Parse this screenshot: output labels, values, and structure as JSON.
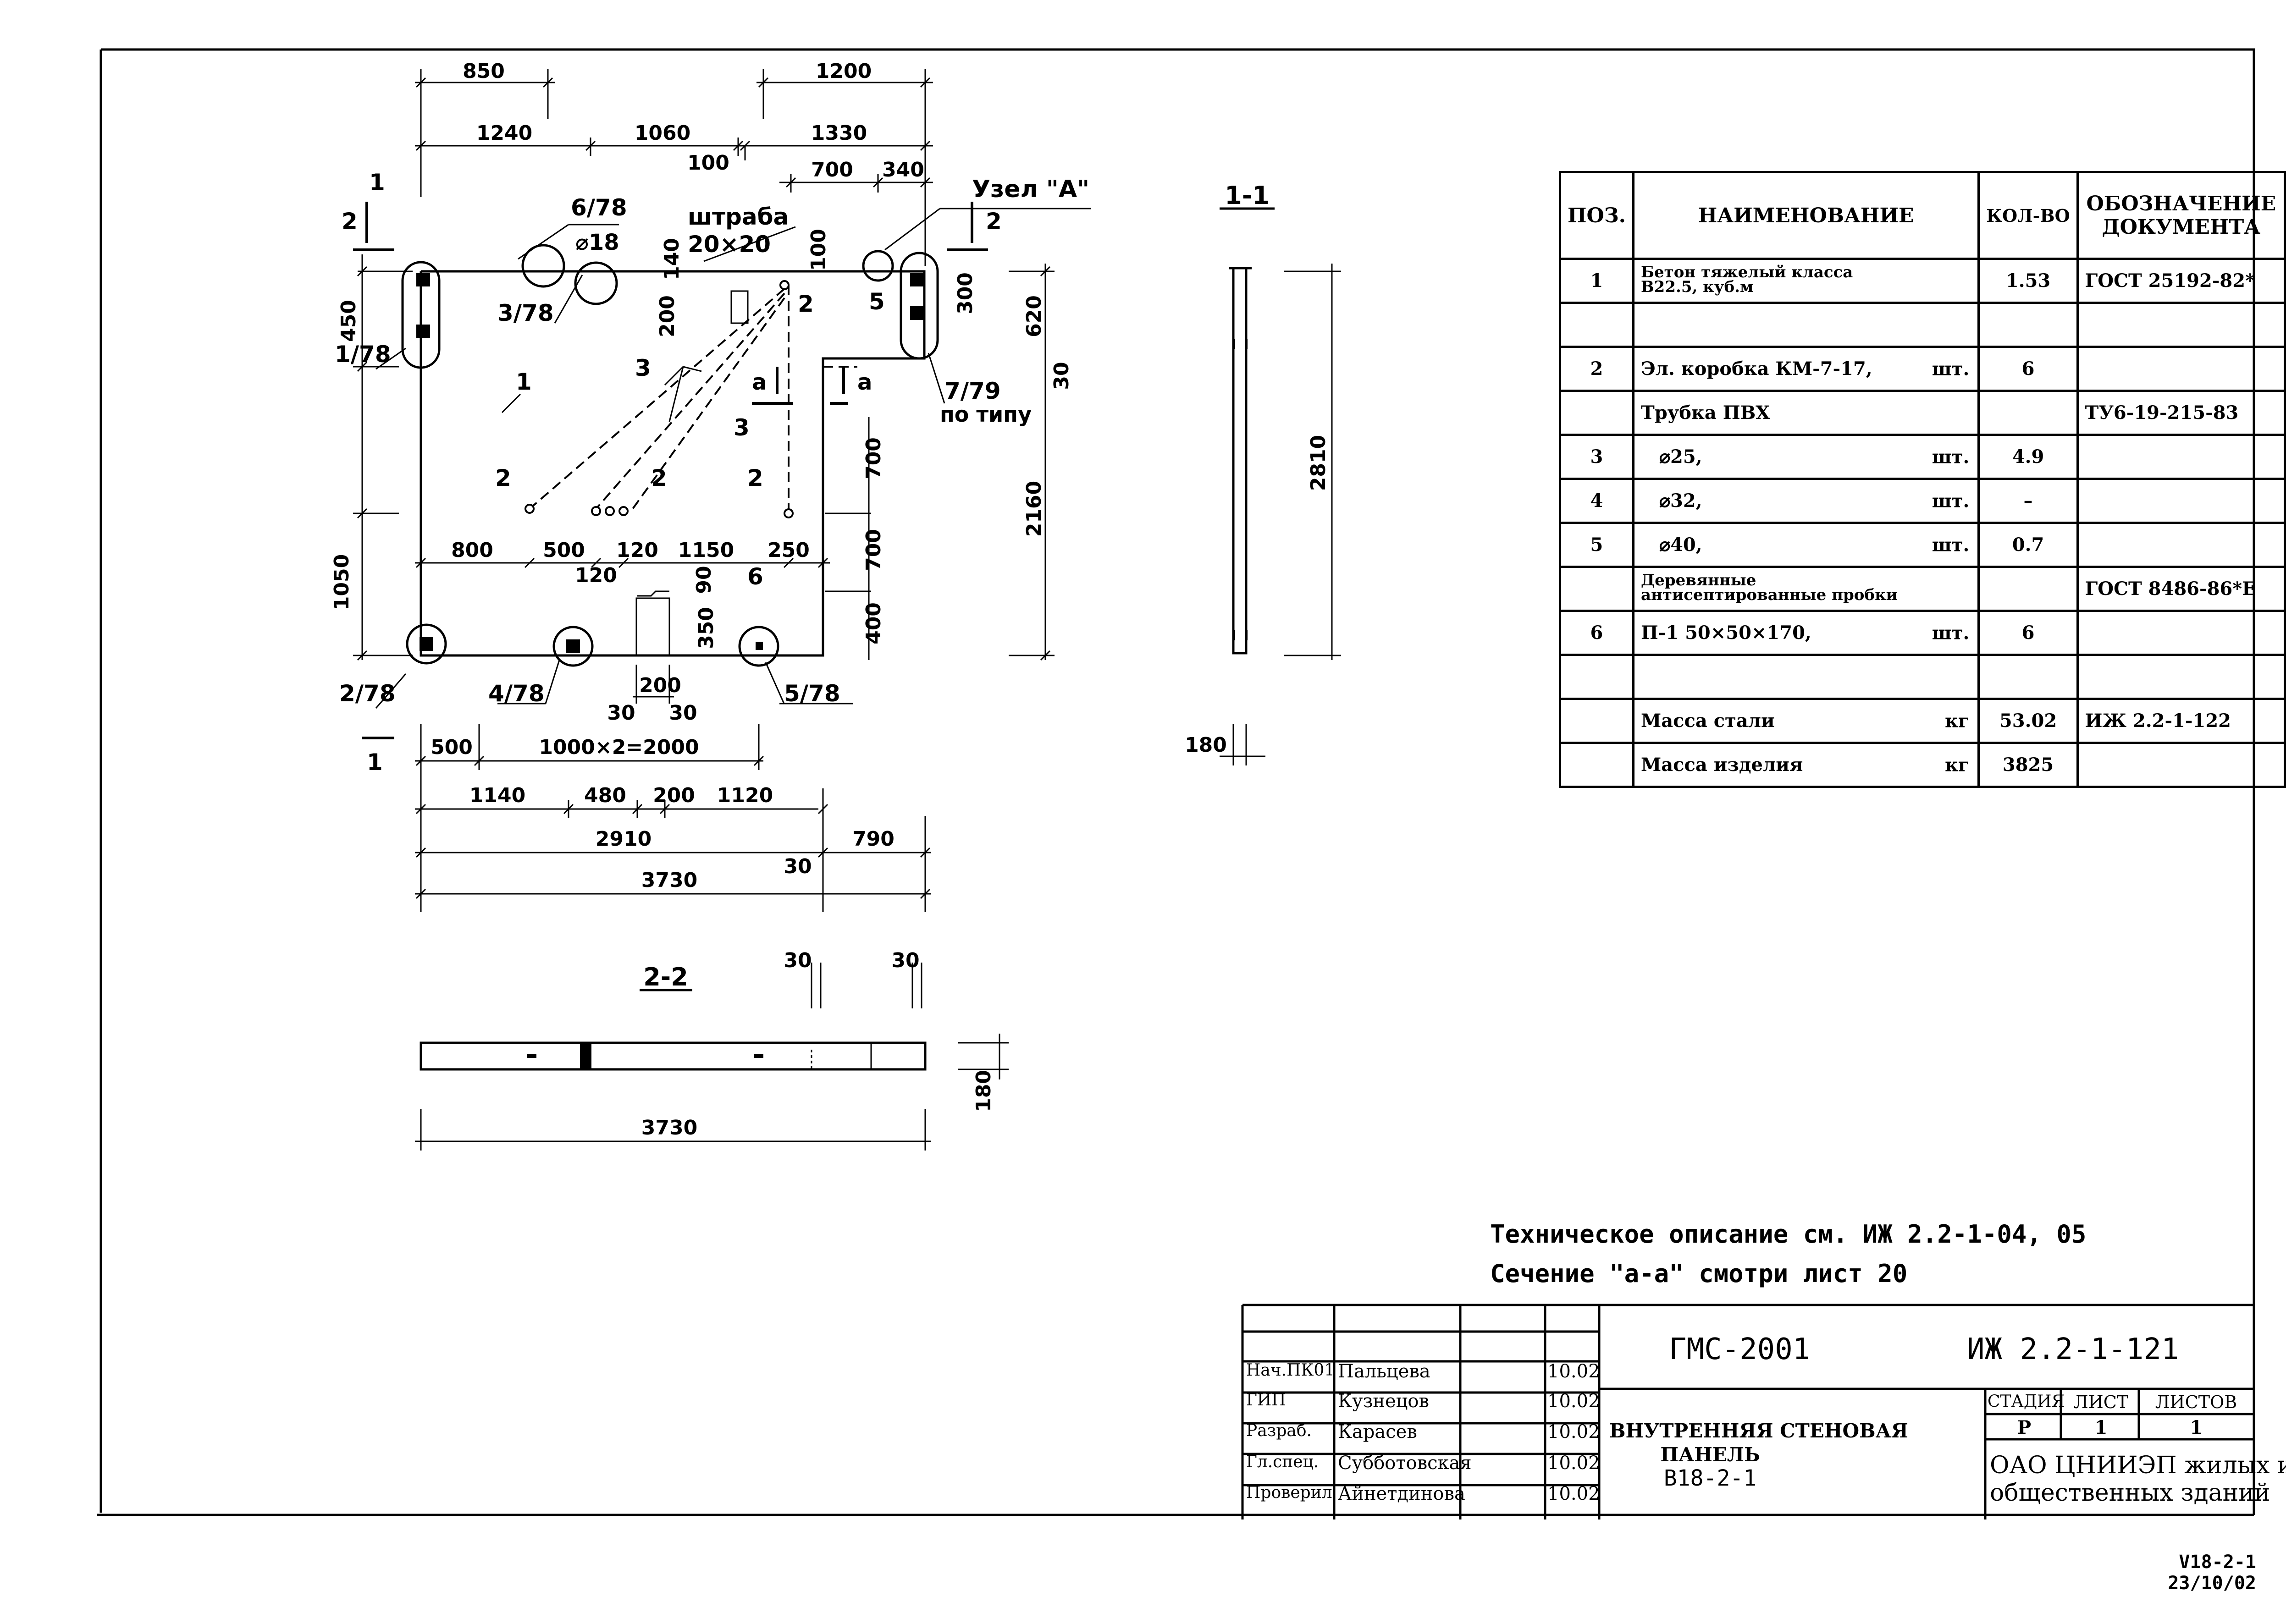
{
  "drawing": {
    "sections": {
      "s11": "1-1",
      "s22": "2-2"
    },
    "labels": {
      "uzel": "Узел \"А\"",
      "shtraba": "штраба",
      "shtraba_size": "20×20",
      "po_tipu": "по типу",
      "a": "а"
    },
    "top_dims": [
      "850",
      "1200",
      "1240",
      "1060",
      "1330",
      "100",
      "700",
      "340"
    ],
    "left_dims": [
      "450",
      "1050"
    ],
    "inner_dims": [
      "140",
      "100",
      "200",
      "300",
      "620",
      "30",
      "2160",
      "2810",
      "700",
      "700",
      "400",
      "90",
      "350"
    ],
    "mid_dims": [
      "800",
      "500",
      "120",
      "1150",
      "250",
      "120",
      "200",
      "30",
      "30"
    ],
    "bottom_dims": [
      "500",
      "1000×2=2000",
      "1140",
      "480",
      "200",
      "1120",
      "2910",
      "790",
      "30",
      "3730"
    ],
    "s22_dims": [
      "30",
      "30",
      "180",
      "3730"
    ],
    "s11_dims": [
      "180"
    ],
    "callouts": [
      "6/78",
      "⌀18",
      "3/78",
      "1/78",
      "2/78",
      "4/78",
      "5/78",
      "7/79",
      "1",
      "2",
      "3",
      "5",
      "6"
    ],
    "cut_marks": [
      "1",
      "2"
    ]
  },
  "spec": {
    "headers": {
      "pos": "ПОЗ.",
      "name": "НАИМЕНОВАНИЕ",
      "qty": "КОЛ-ВО",
      "doc": "ОБОЗНАЧЕНИЕ ДОКУМЕНТА"
    },
    "rows": [
      {
        "pos": "1",
        "name": "Бетон тяжелый класса В22.5, куб.м",
        "unit": "",
        "qty": "1.53",
        "doc": "ГОСТ 25192-82*"
      },
      {
        "pos": "",
        "name": "",
        "unit": "",
        "qty": "",
        "doc": ""
      },
      {
        "pos": "2",
        "name": "Эл. коробка КМ-7-17,",
        "unit": "шт.",
        "qty": "6",
        "doc": ""
      },
      {
        "pos": "",
        "name": "Трубка ПВХ",
        "unit": "",
        "qty": "",
        "doc": "ТУ6-19-215-83"
      },
      {
        "pos": "3",
        "name": "⌀25,",
        "unit": "шт.",
        "qty": "4.9",
        "doc": ""
      },
      {
        "pos": "4",
        "name": "⌀32,",
        "unit": "шт.",
        "qty": "–",
        "doc": ""
      },
      {
        "pos": "5",
        "name": "⌀40,",
        "unit": "шт.",
        "qty": "0.7",
        "doc": ""
      },
      {
        "pos": "",
        "name": "Деревянные антисептированные пробки",
        "unit": "",
        "qty": "",
        "doc": "ГОСТ 8486-86*Е"
      },
      {
        "pos": "6",
        "name": "П-1  50×50×170,",
        "unit": "шт.",
        "qty": "6",
        "doc": ""
      },
      {
        "pos": "",
        "name": "",
        "unit": "",
        "qty": "",
        "doc": ""
      },
      {
        "pos": "",
        "name": "Масса стали",
        "unit": "кг",
        "qty": "53.02",
        "doc": "ИЖ 2.2-1-122"
      },
      {
        "pos": "",
        "name": "Масса изделия",
        "unit": "кг",
        "qty": "3825",
        "doc": ""
      }
    ]
  },
  "notes": {
    "line1": "Техническое описание  см. ИЖ 2.2-1-04, 05",
    "line2": "Сечение \"а-а\" смотри лист 20"
  },
  "title_block": {
    "project": "ГМС-2001",
    "code": "ИЖ 2.2-1-121",
    "title_line1": "ВНУТРЕННЯЯ СТЕНОВАЯ",
    "title_line2": "ПАНЕЛЬ",
    "title_line3": "В18-2-1",
    "stage_label": "СТАДИЯ",
    "sheet_label": "ЛИСТ",
    "sheets_label": "ЛИСТОВ",
    "stage": "Р",
    "sheet": "1",
    "sheets": "1",
    "org_line1": "ОАО ЦНИИЭП жилых и",
    "org_line2": "общественных зданий",
    "staff": [
      {
        "role": "Нач.ПК01",
        "name": "Пальцева",
        "date": "10.02"
      },
      {
        "role": "ГИП",
        "name": "Кузнецов",
        "date": "10.02"
      },
      {
        "role": "Разраб.",
        "name": "Карасев",
        "date": "10.02"
      },
      {
        "role": "Гл.спец.",
        "name": "Субботовская",
        "date": "10.02"
      },
      {
        "role": "Проверил",
        "name": "Айнетдинова",
        "date": "10.02"
      }
    ]
  },
  "stamp": {
    "line1": "V18-2-1",
    "line2": "23/10/02"
  }
}
